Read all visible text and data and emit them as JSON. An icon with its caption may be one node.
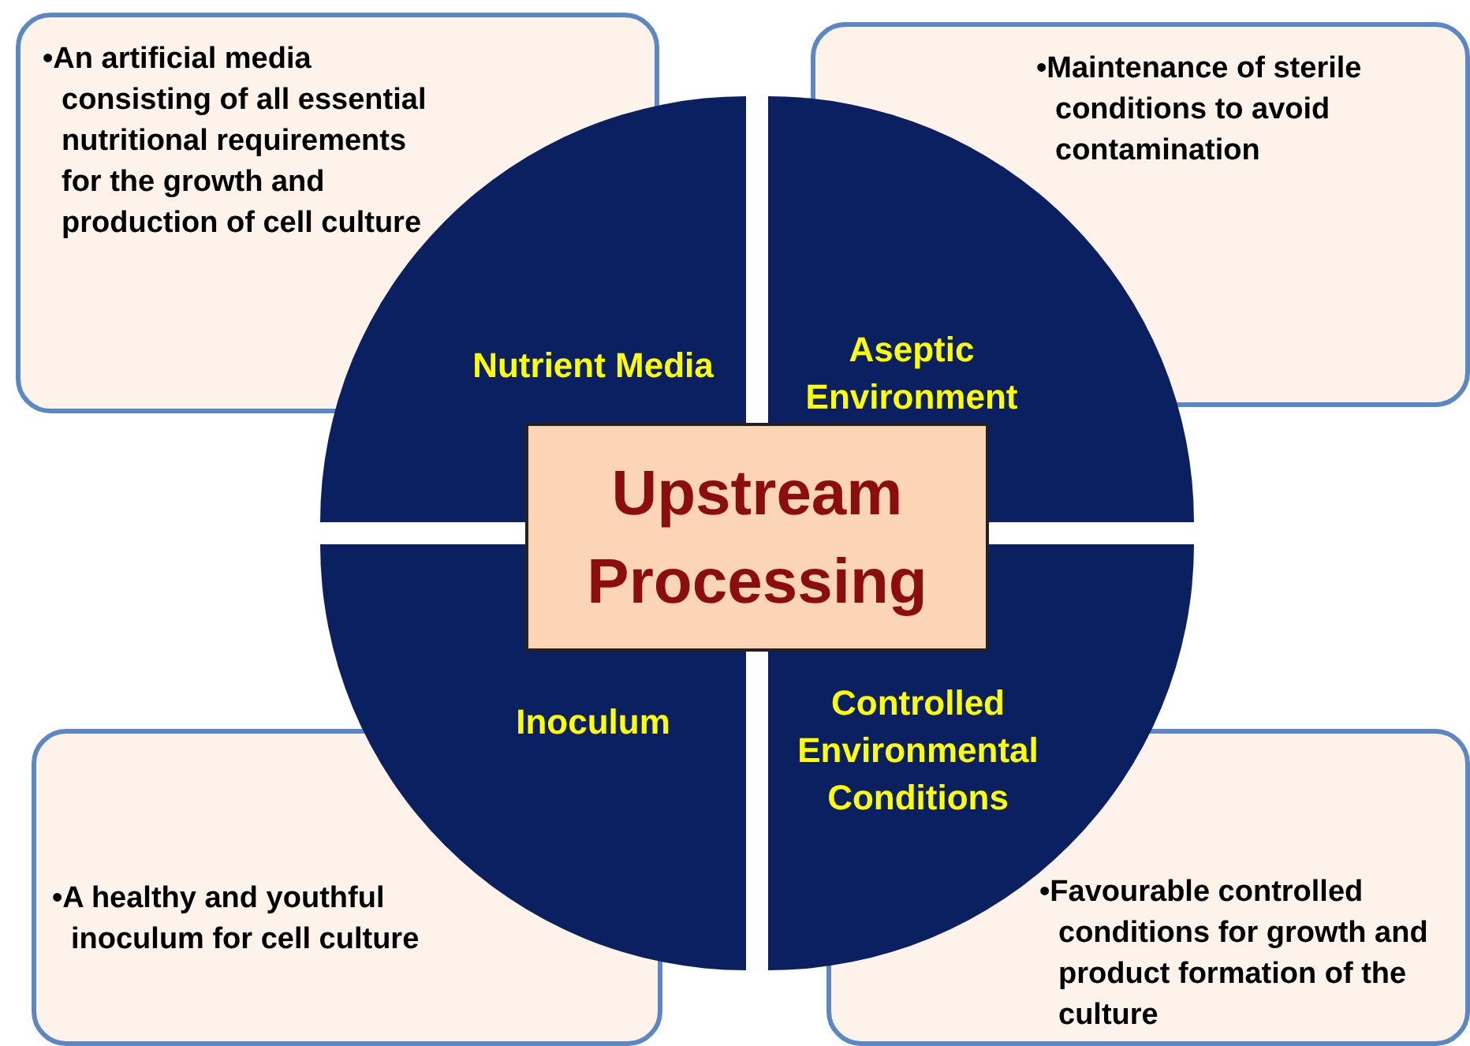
{
  "diagram": {
    "nodes": [
      {
        "text": [
          "•An artificial media consisting of all essential nutritional requirements for the growth and production of cell culture"
        ]
      },
      {
        "text": [
          "Nutrient Media"
        ]
      },
      {
        "text": [
          "Aseptic Environment"
        ]
      },
      {
        "text": [
          "•Maintenance of sterile conditions to avoid contamination"
        ]
      },
      {
        "text": [
          "Upstream Processing"
        ]
      },
      {
        "text": [
          "Inoculum"
        ]
      },
      {
        "text": [
          "Controlled Environmental Conditions"
        ]
      },
      {
        "text": [
          "•A healthy and youthful inoculum for cell culture"
        ]
      },
      {
        "text": [
          "•Favourable controlled conditions for growth and product formation of the culture"
        ]
      }
    ],
    "edges": []
  }
}
